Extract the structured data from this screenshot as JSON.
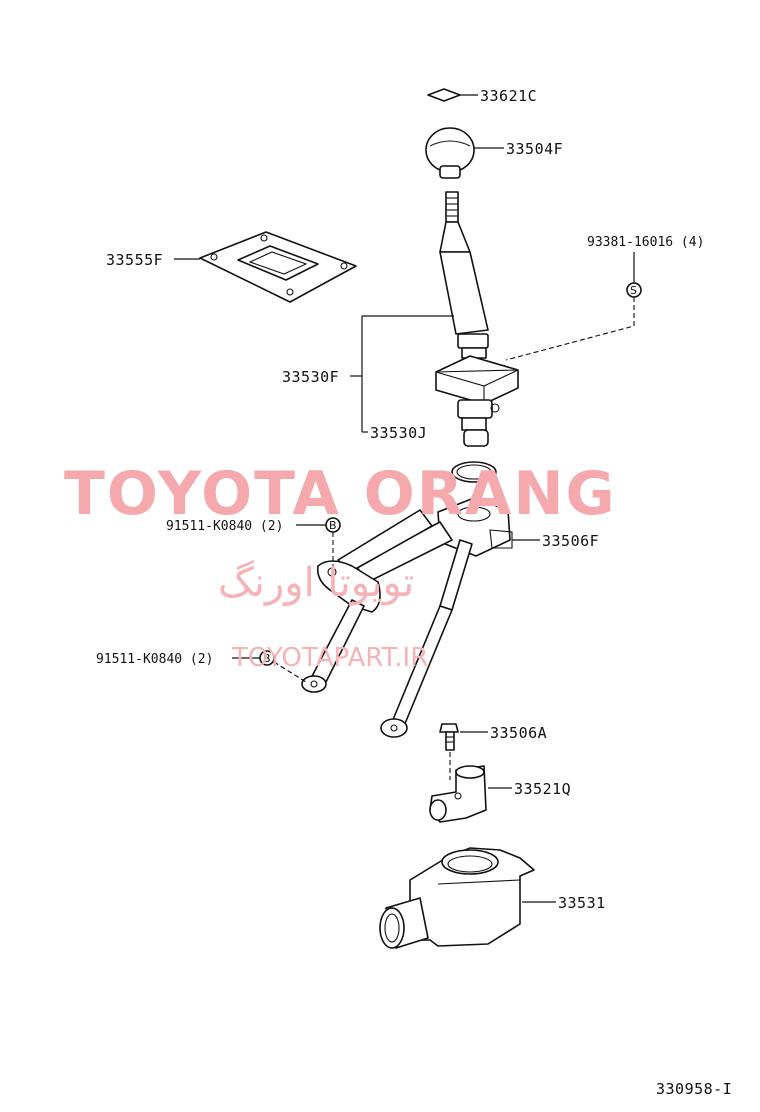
{
  "labels": {
    "p33621C": "33621C",
    "p33504F": "33504F",
    "p33555F": "33555F",
    "p93381": "93381-16016 (4)",
    "p33530F": "33530F",
    "p33530J": "33530J",
    "p91511a": "91511-K0840 (2)",
    "p33506F": "33506F",
    "p91511b": "91511-K0840 (2)",
    "p33506A": "33506A",
    "p33521Q": "33521Q",
    "p33531": "33531",
    "diagram_code": "330958-I"
  },
  "markers": {
    "s": "S",
    "b": "B"
  },
  "watermark": {
    "brand": "TOYOTA ORANG",
    "persian": "تویوتا اورنگ",
    "url": "TOYOTAPART.IR"
  },
  "colors": {
    "watermark": "#f5a9ad",
    "ink": "#111111"
  }
}
